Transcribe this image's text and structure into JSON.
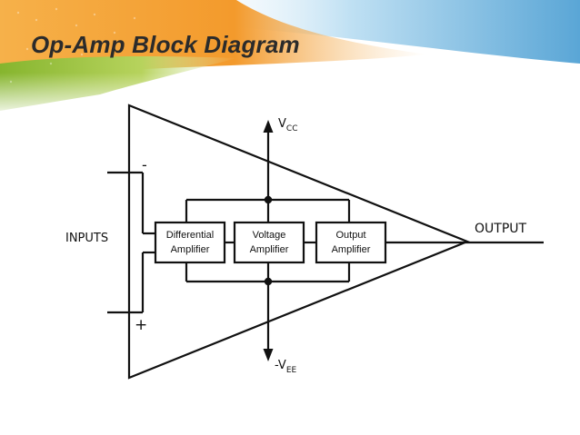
{
  "slide": {
    "title": "Op-Amp Block Diagram"
  },
  "diagram": {
    "supply_positive": {
      "main": "V",
      "sub": "CC"
    },
    "supply_negative": {
      "main": "-V",
      "sub": "EE"
    },
    "inputs_label": "INPUTS",
    "output_label": "OUTPUT",
    "inverting_sign": "-",
    "noninverting_sign": "+",
    "blocks": [
      {
        "line1": "Differential",
        "line2": "Amplifier"
      },
      {
        "line1": "Voltage",
        "line2": "Amplifier"
      },
      {
        "line1": "Output",
        "line2": "Amplifier"
      }
    ]
  },
  "colors": {
    "background": "#ffffff",
    "title": "#2b2b2b",
    "accent_orange": "#f39a2c",
    "accent_green": "#9cc13a",
    "accent_blue": "#5aa6d6",
    "line": "#111111"
  }
}
